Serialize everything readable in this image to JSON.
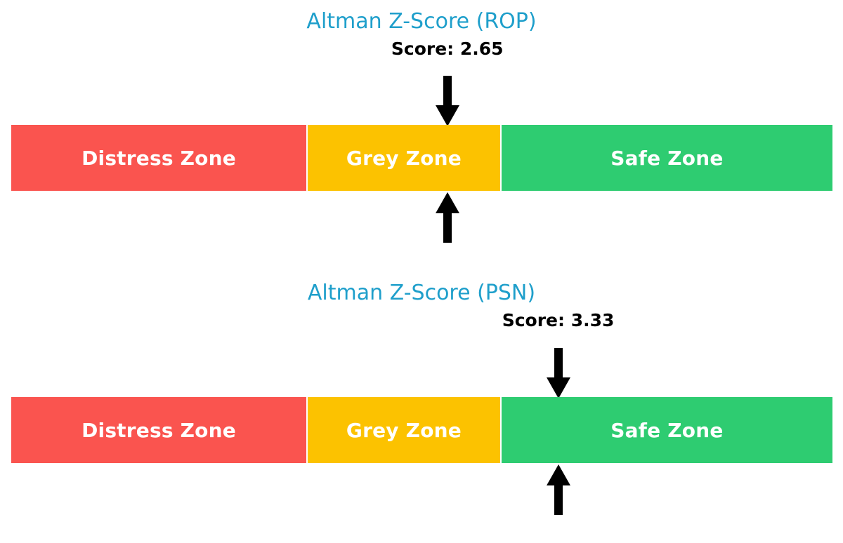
{
  "page": {
    "background": "#ffffff",
    "title_color": "#1f9fcb",
    "score_color": "#000000",
    "arrow_color": "#000000",
    "zone_label_color": "#ffffff"
  },
  "chart_data": [
    {
      "type": "bar",
      "title": "Altman Z-Score (ROP)",
      "score_label": "Score: 2.65",
      "value": 2.65,
      "marker_zone": "Grey Zone",
      "xlabel": "",
      "ylabel": "",
      "legend": "none",
      "grid": false,
      "categories": [
        "Distress Zone",
        "Grey Zone",
        "Safe Zone"
      ],
      "values": [
        36.1,
        23.6,
        40.3
      ],
      "colors": [
        "#fa544f",
        "#fcc200",
        "#2ecc71"
      ],
      "zones": [
        {
          "label": "Distress Zone",
          "color": "#fa544f",
          "width_pct": 36.1
        },
        {
          "label": "Grey Zone",
          "color": "#fcc200",
          "width_pct": 23.6
        },
        {
          "label": "Safe Zone",
          "color": "#2ecc71",
          "width_pct": 40.3
        }
      ],
      "marker_pct": 53.1
    },
    {
      "type": "bar",
      "title": "Altman Z-Score (PSN)",
      "score_label": "Score: 3.33",
      "value": 3.33,
      "marker_zone": "Safe Zone",
      "xlabel": "",
      "ylabel": "",
      "legend": "none",
      "grid": false,
      "categories": [
        "Distress Zone",
        "Grey Zone",
        "Safe Zone"
      ],
      "values": [
        36.1,
        23.6,
        40.3
      ],
      "colors": [
        "#fa544f",
        "#fcc200",
        "#2ecc71"
      ],
      "zones": [
        {
          "label": "Distress Zone",
          "color": "#fa544f",
          "width_pct": 36.1
        },
        {
          "label": "Grey Zone",
          "color": "#fcc200",
          "width_pct": 23.6
        },
        {
          "label": "Safe Zone",
          "color": "#2ecc71",
          "width_pct": 40.3
        }
      ],
      "marker_pct": 66.6
    }
  ]
}
